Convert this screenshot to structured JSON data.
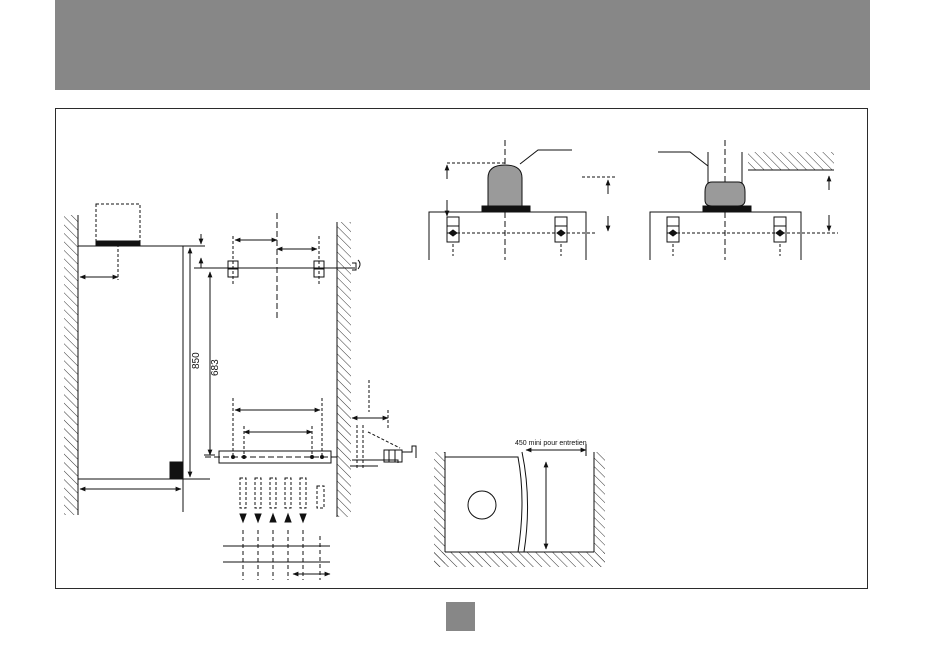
{
  "colors": {
    "band": "#878787",
    "line": "#111111",
    "hatch": "#333333",
    "fill_dark": "#111111",
    "fill_grey": "#9a9a9a"
  },
  "labels": {
    "height_total": "850",
    "height_fixing": "683",
    "service_clearance": "450 mini pour entretien"
  }
}
